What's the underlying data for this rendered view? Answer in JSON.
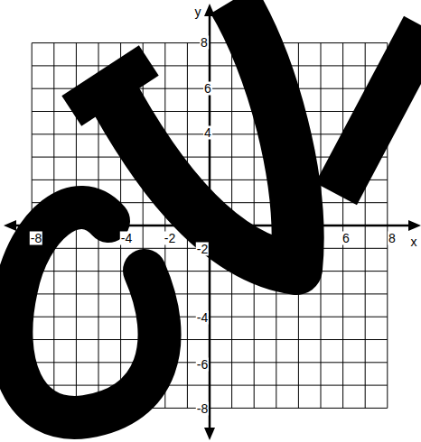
{
  "diagram": {
    "labels": [
      "y",
      "x",
      "-8",
      "-4",
      "-2",
      "6",
      "8",
      "8",
      "6",
      "4",
      "-2",
      "-4",
      "-6",
      "-8"
    ]
  }
}
